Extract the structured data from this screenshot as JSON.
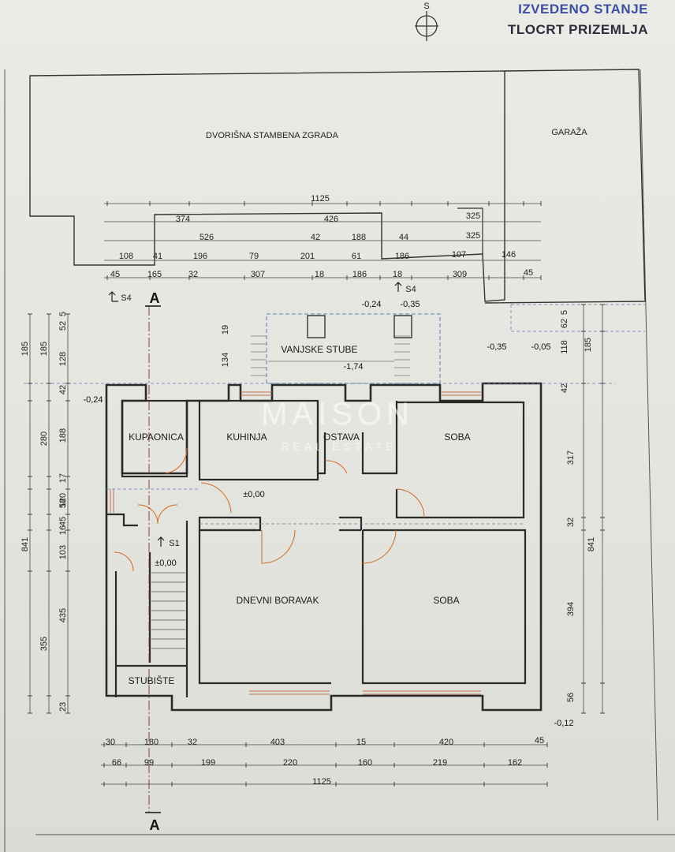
{
  "header": {
    "line1": "IZVEDENO STANJE",
    "line2": "TLOCRT PRIZEMLJA",
    "north_letter": "S"
  },
  "watermark": {
    "brand": "MAISON",
    "sub": "REAL ESTATE"
  },
  "buildings": {
    "courtyard": "DVORIŠNA STAMBENA ZGRADA",
    "garage": "GARAŽA"
  },
  "rooms": {
    "vanjske_stube": "VANJSKE STUBE",
    "kupaonica": "KUPAONICA",
    "kuhinja": "KUHINJA",
    "ostava": "OSTAVA",
    "soba_top": "SOBA",
    "dnevni": "DNEVNI BORAVAK",
    "soba_bottom": "SOBA",
    "stubiste": "STUBIŠTE"
  },
  "levels": {
    "kitchen": "±0,00",
    "stair": "±0,00",
    "stairs_ext": "-1,74",
    "n024_top": "-0,24",
    "n035_top": "-0,35",
    "n024_left": "-0,24",
    "n035_right": "-0,35",
    "n005_right": "-0,05",
    "n012_bottom": "-0,12"
  },
  "sections": {
    "a_top": "A",
    "a_bottom": "A",
    "s4_left": "S4",
    "s4_mid": "S4",
    "s1": "S1"
  },
  "dimensions": {
    "top_total": "1125",
    "top_r1": [
      "374",
      "426",
      "325"
    ],
    "top_r2": [
      "526",
      "42",
      "188",
      "44",
      "325"
    ],
    "top_r3": [
      "108",
      "41",
      "196",
      "79",
      "201",
      "61",
      "186",
      "107",
      "146"
    ],
    "top_r4": [
      "45",
      "165",
      "32",
      "307",
      "18",
      "186",
      "18",
      "309",
      "45"
    ],
    "left_outer": [
      "185",
      "841"
    ],
    "left_mid": [
      "185",
      "280",
      "355"
    ],
    "left_inner": [
      "5",
      "52",
      "128",
      "42",
      "188",
      "17",
      "120",
      "58",
      "45",
      "16",
      "103",
      "435",
      "23"
    ],
    "stair_dims": [
      "134",
      "19"
    ],
    "right_inner": [
      "5",
      "62",
      "118",
      "42",
      "317",
      "32",
      "394",
      "56"
    ],
    "right_outer": [
      "185",
      "841"
    ],
    "bottom_r1": [
      "30",
      "180",
      "32",
      "403",
      "15",
      "420",
      "45"
    ],
    "bottom_r2": [
      "66",
      "99",
      "199",
      "220",
      "160",
      "219",
      "162"
    ],
    "bottom_total": "1125"
  }
}
